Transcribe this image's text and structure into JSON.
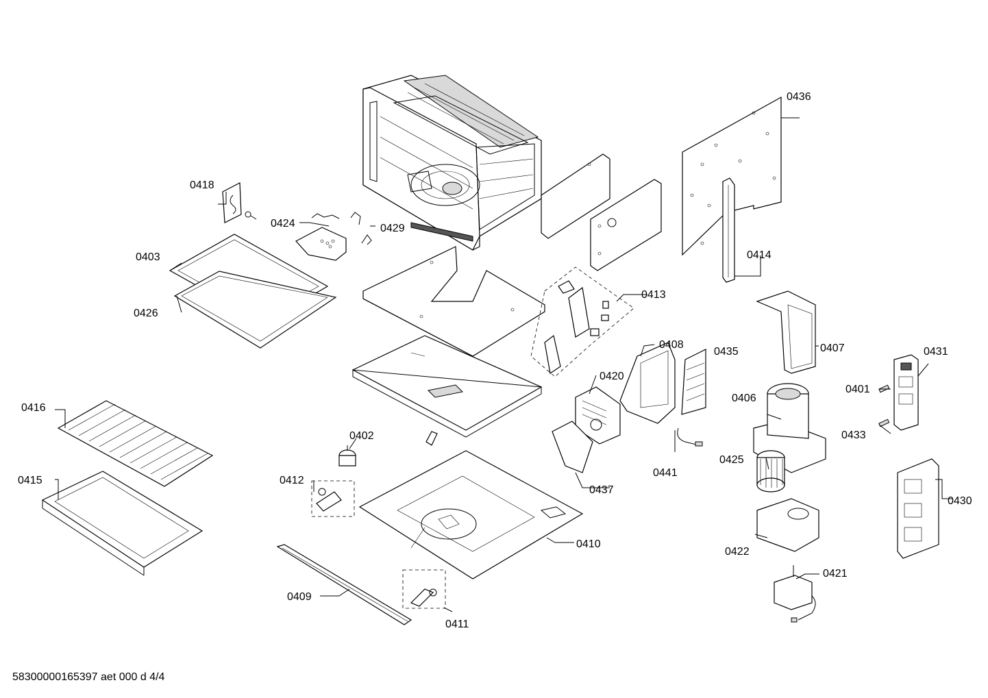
{
  "diagram": {
    "labels": {
      "p0401": "0401",
      "p0402": "0402",
      "p0403": "0403",
      "p0406": "0406",
      "p0407": "0407",
      "p0408": "0408",
      "p0409": "0409",
      "p0410": "0410",
      "p0411": "0411",
      "p0412": "0412",
      "p0413": "0413",
      "p0414": "0414",
      "p0415": "0415",
      "p0416": "0416",
      "p0418": "0418",
      "p0420": "0420",
      "p0421": "0421",
      "p0422": "0422",
      "p0424": "0424",
      "p0425": "0425",
      "p0426": "0426",
      "p0429": "0429",
      "p0430": "0430",
      "p0431": "0431",
      "p0433": "0433",
      "p0435": "0435",
      "p0436": "0436",
      "p0437": "0437",
      "p0441": "0441"
    },
    "footer": "58300000165397 aet 000 d 4/4"
  }
}
